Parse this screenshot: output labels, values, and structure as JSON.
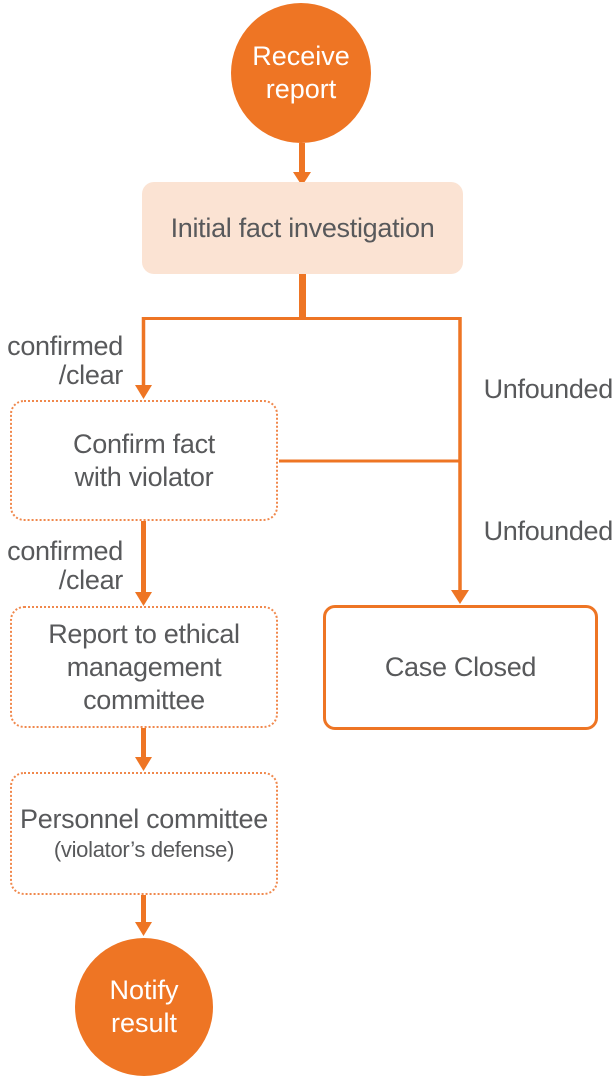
{
  "colors": {
    "orange": "#EE7524",
    "orange_dotted": "#F0884C",
    "peach": "#FBE3D3",
    "text_gray": "#58595B",
    "node_text_white": "#FFFFFF"
  },
  "fc": {
    "receive": "Receive\nreport",
    "initial": "Initial fact investigation",
    "confirm": "Confirm fact\nwith violator",
    "report": "Report to ethical\nmanagement\ncommittee",
    "personnel_title": "Personnel committee",
    "personnel_sub": "(violator’s defense)",
    "case_closed": "Case Closed",
    "notify": "Notify\nresult",
    "label_confirmed_1": "confirmed\n/clear",
    "label_confirmed_2": "confirmed\n/clear",
    "label_unfounded_1": "Unfounded",
    "label_unfounded_2": "Unfounded"
  },
  "edges": [
    {
      "from": "Receive report",
      "to": "Initial fact investigation",
      "label": ""
    },
    {
      "from": "Initial fact investigation",
      "to": "Confirm fact with violator",
      "label": "confirmed /clear"
    },
    {
      "from": "Initial fact investigation",
      "to": "Case Closed",
      "label": "Unfounded"
    },
    {
      "from": "Confirm fact with violator",
      "to": "Case Closed",
      "label": "Unfounded"
    },
    {
      "from": "Confirm fact with violator",
      "to": "Report to ethical management committee",
      "label": "confirmed /clear"
    },
    {
      "from": "Report to ethical management committee",
      "to": "Personnel committee (violator’s defense)",
      "label": ""
    },
    {
      "from": "Personnel committee (violator’s defense)",
      "to": "Notify result",
      "label": ""
    }
  ]
}
